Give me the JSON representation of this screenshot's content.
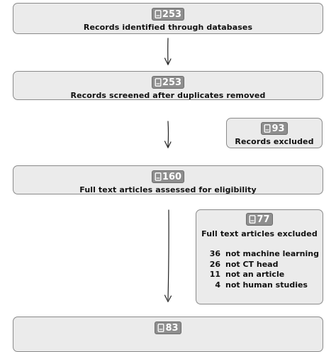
{
  "boxes": {
    "identified": {
      "count": "253",
      "label": "Records identified through databases"
    },
    "screened": {
      "count": "253",
      "label": "Records screened after duplicates removed"
    },
    "excluded": {
      "count": "93",
      "label": "Records excluded"
    },
    "fulltext": {
      "count": "160",
      "label": "Full text articles assessed for eligibility"
    },
    "fulltext_excluded": {
      "count": "77",
      "label": "Full text articles excluded",
      "reasons": [
        {
          "count": "36",
          "text": "not machine learning"
        },
        {
          "count": "26",
          "text": "not CT head"
        },
        {
          "count": "11",
          "text": "not an article"
        },
        {
          "count": "4",
          "text": "not human studies"
        }
      ]
    },
    "included": {
      "count": "83"
    }
  },
  "icon": "document-icon",
  "colors": {
    "box_fill": "#ebebeb",
    "box_border": "#8a8a8a",
    "badge_fill": "#8e8e8e"
  }
}
